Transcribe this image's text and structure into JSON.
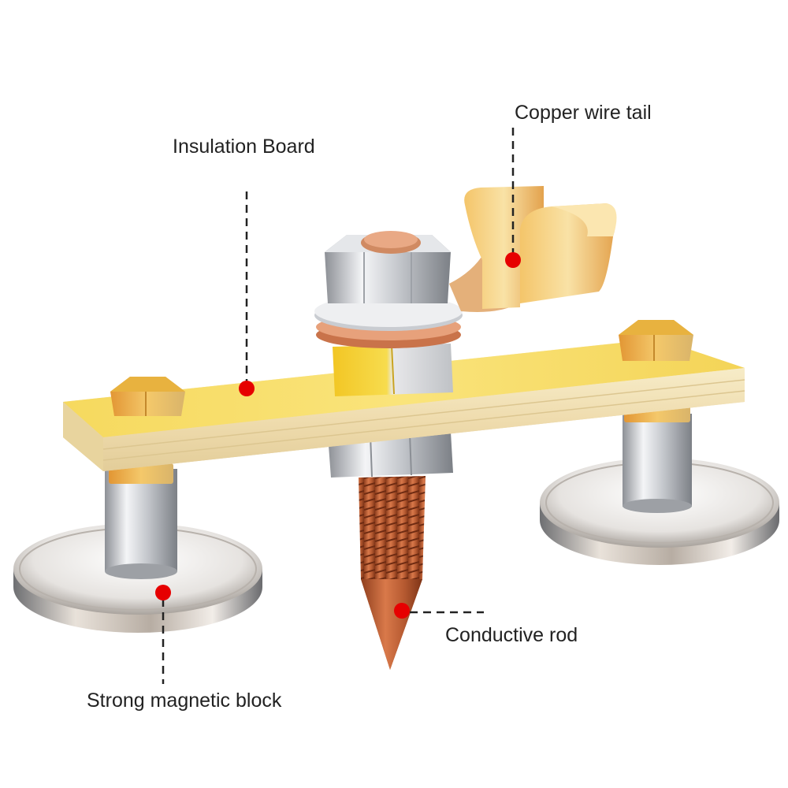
{
  "callouts": {
    "copper_wire_tail": "Copper wire tail",
    "insulation_board": "Insulation Board",
    "conductive_rod": "Conductive rod",
    "strong_magnetic_block": "Strong magnetic block"
  },
  "colors": {
    "marker": "#e60000",
    "leader_line": "#222222",
    "board": "#f7d95a",
    "copper": "#c8663a",
    "steel": "#c9ccd1"
  }
}
